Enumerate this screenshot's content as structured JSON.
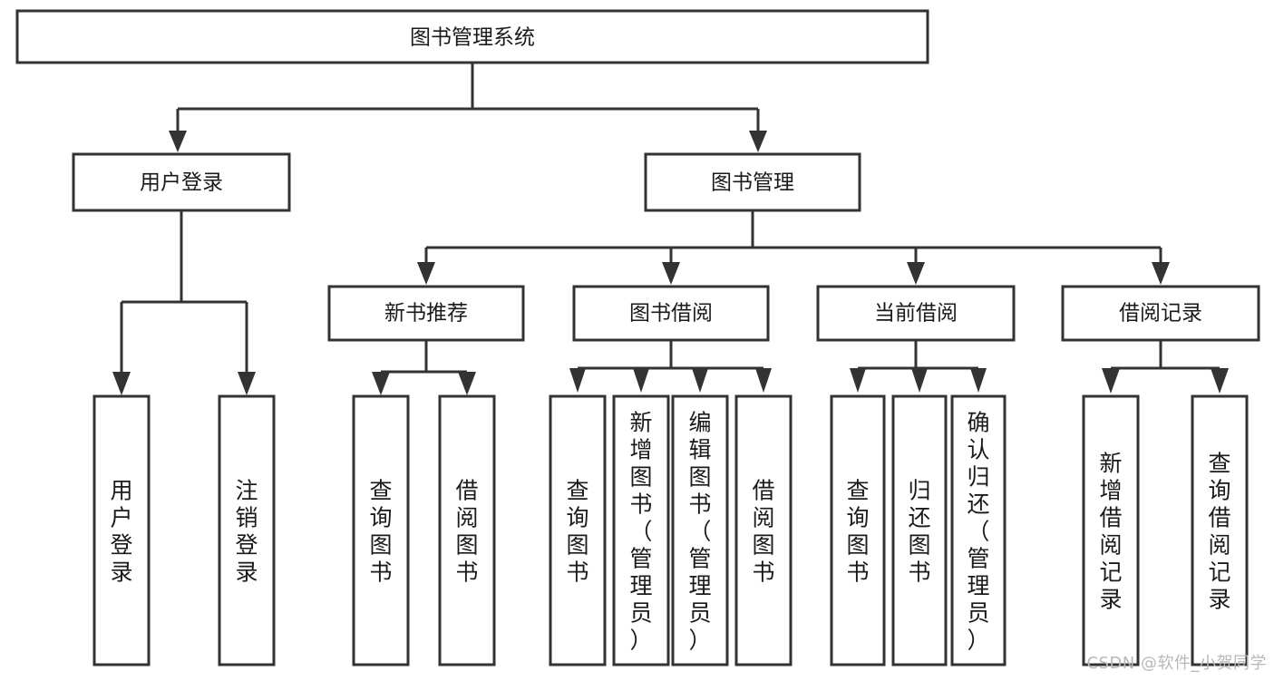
{
  "diagram": {
    "title_node": {
      "label": "图书管理系统"
    },
    "level2": [
      {
        "id": "user-login",
        "label": "用户登录"
      },
      {
        "id": "book-management",
        "label": "图书管理"
      }
    ],
    "level3": [
      {
        "id": "new-book-recommend",
        "label": "新书推荐"
      },
      {
        "id": "book-borrow",
        "label": "图书借阅"
      },
      {
        "id": "current-borrow",
        "label": "当前借阅"
      },
      {
        "id": "borrow-record",
        "label": "借阅记录"
      }
    ],
    "leaves": [
      {
        "id": "leaf-user-login",
        "label": "用户登录",
        "parent": "user-login"
      },
      {
        "id": "leaf-logout",
        "label": "注销登录",
        "parent": "user-login"
      },
      {
        "id": "leaf-query-book-1",
        "label": "查询图书",
        "parent": "new-book-recommend"
      },
      {
        "id": "leaf-borrow-book-1",
        "label": "借阅图书",
        "parent": "new-book-recommend"
      },
      {
        "id": "leaf-query-book-2",
        "label": "查询图书",
        "parent": "book-borrow"
      },
      {
        "id": "leaf-add-book",
        "label": "新增图书（管理员）",
        "parent": "book-borrow"
      },
      {
        "id": "leaf-edit-book",
        "label": "编辑图书（管理员）",
        "parent": "book-borrow"
      },
      {
        "id": "leaf-borrow-book-2",
        "label": "借阅图书",
        "parent": "book-borrow"
      },
      {
        "id": "leaf-query-book-3",
        "label": "查询图书",
        "parent": "current-borrow"
      },
      {
        "id": "leaf-return-book",
        "label": "归还图书",
        "parent": "current-borrow"
      },
      {
        "id": "leaf-confirm-return",
        "label": "确认归还（管理员）",
        "parent": "current-borrow"
      },
      {
        "id": "leaf-add-record",
        "label": "新增借阅记录",
        "parent": "borrow-record"
      },
      {
        "id": "leaf-query-record",
        "label": "查询借阅记录",
        "parent": "borrow-record"
      }
    ],
    "colors": {
      "stroke": "#333333",
      "fill": "#ffffff",
      "text": "#1a1a1a",
      "watermark": "#b8b8b8"
    }
  },
  "watermark": {
    "text": "CSDN @软件_小贺同学"
  }
}
